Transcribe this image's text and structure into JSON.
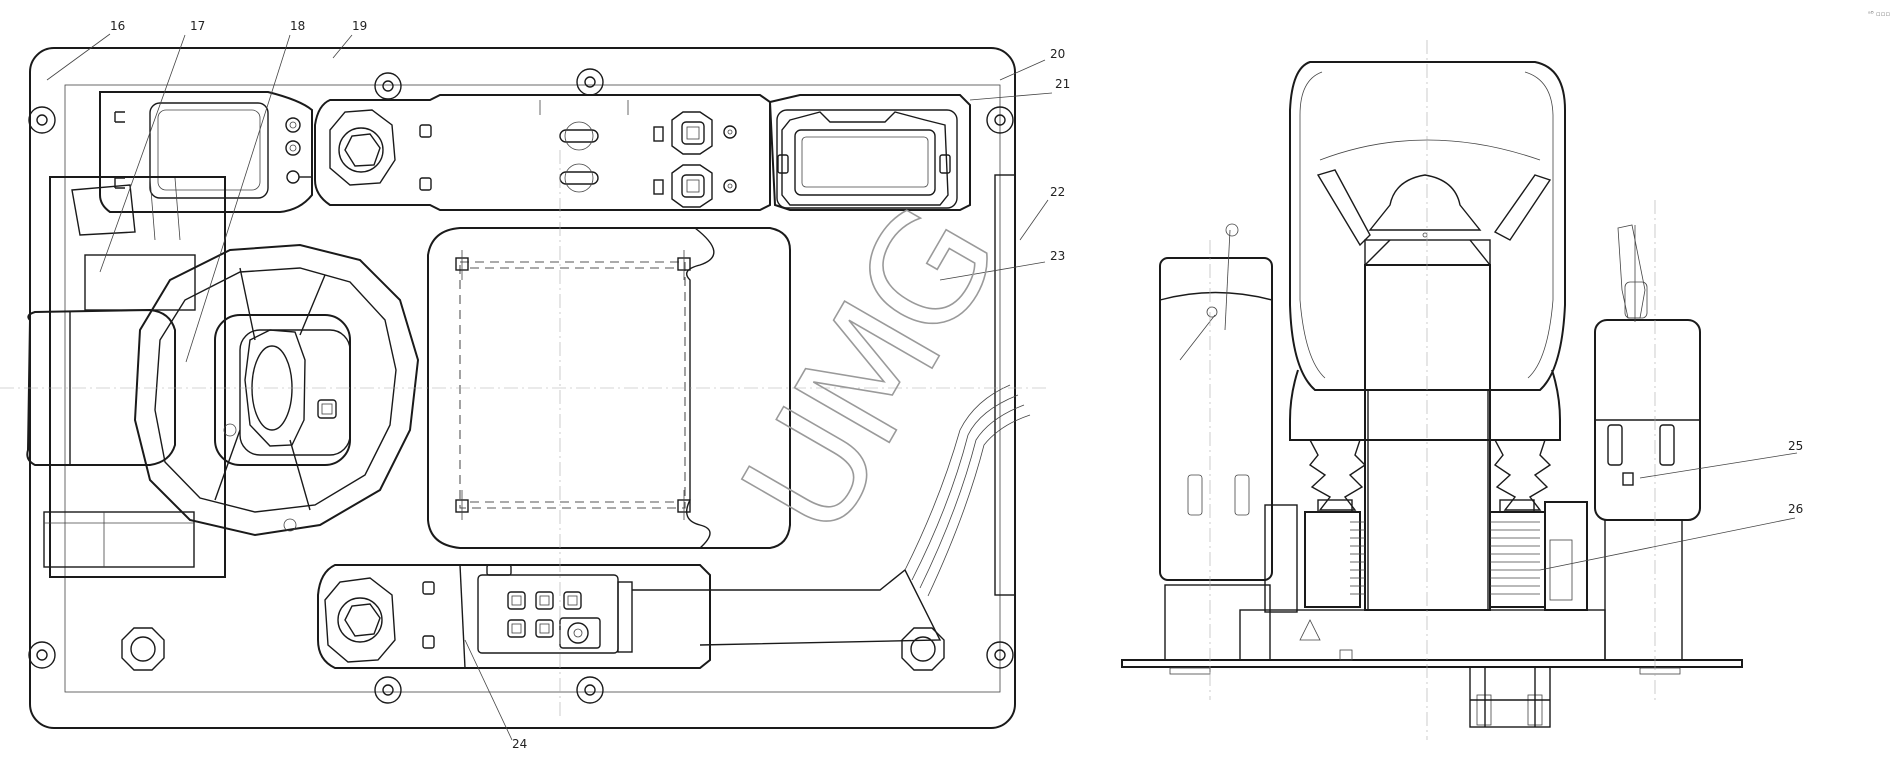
{
  "watermark": "UMG",
  "corner_mark": "ᵃᴮ ▫▫▫",
  "callouts": {
    "c16": "16",
    "c17": "17",
    "c18": "18",
    "c19": "19",
    "c20": "20",
    "c21": "21",
    "c22": "22",
    "c23": "23",
    "c24": "24",
    "c25": "25",
    "c26": "26"
  },
  "colors": {
    "line": "#1a1a1a",
    "watermark": "#9a9a9a",
    "background": "#ffffff"
  }
}
